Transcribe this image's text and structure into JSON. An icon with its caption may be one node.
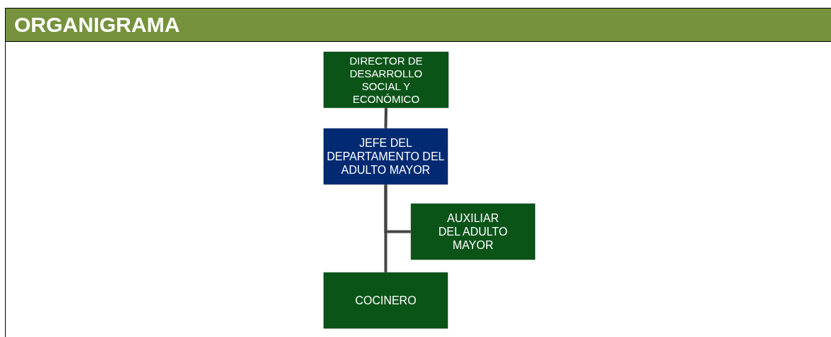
{
  "diagram": {
    "title": "ORGANIGRAMA",
    "nodes": [
      {
        "text": [
          "DIRECTOR DE DESARROLLO SOCIAL Y ECONÓMICO"
        ]
      },
      {
        "text": [
          "JEFE DEL DEPARTAMENTO DEL ADULTO MAYOR"
        ]
      },
      {
        "text": [
          "AUXILIAR DEL ADULTO MAYOR"
        ]
      },
      {
        "text": [
          "COCINERO"
        ]
      }
    ],
    "edges": [
      {
        "from": 0,
        "to": 1,
        "arrow": "none"
      },
      {
        "from": 1,
        "to": 2,
        "arrow": "none"
      },
      {
        "from": 1,
        "to": 3,
        "arrow": "none"
      }
    ]
  }
}
